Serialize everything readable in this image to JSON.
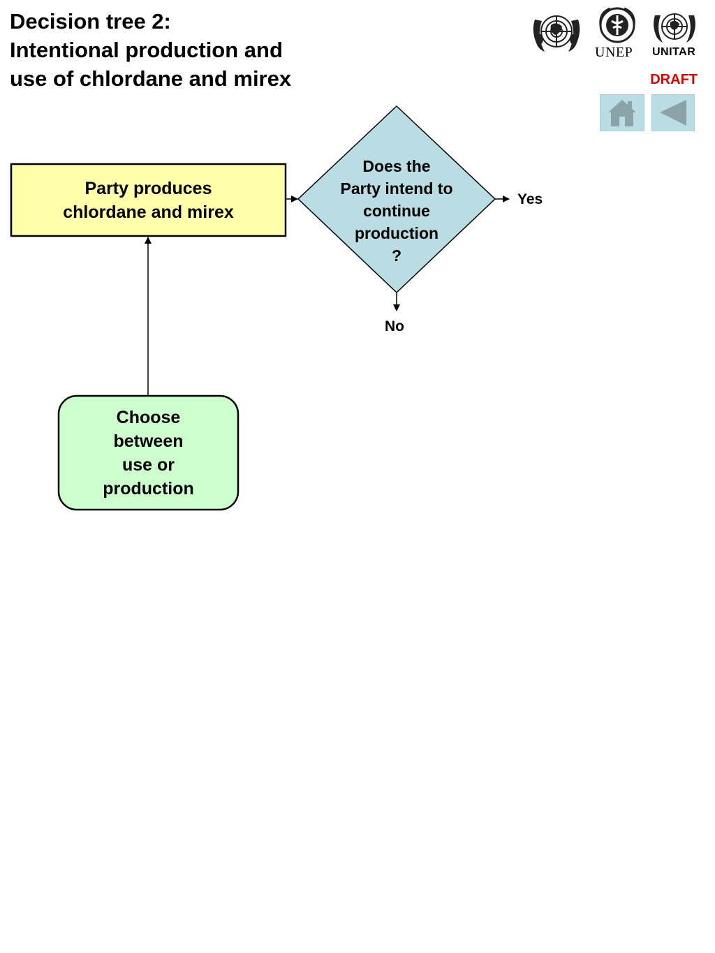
{
  "title": {
    "line1": "Decision tree 2:",
    "line2": "Intentional production and",
    "line3": "use of chlordane and mirex"
  },
  "logos": {
    "un": "UN emblem",
    "unep": "UNEP",
    "unitar": "UNITAR"
  },
  "status": "DRAFT",
  "nav": {
    "home_icon": "home-icon",
    "back_icon": "back-triangle-icon"
  },
  "nodes": {
    "start": {
      "line1": "Party produces",
      "line2": "chlordane and mirex",
      "fill": "#ffffaa"
    },
    "decision": {
      "line1": "Does the",
      "line2": "Party intend to",
      "line3": "continue",
      "line4": "production",
      "line5": "?",
      "fill": "#b9dde3"
    },
    "choose": {
      "line1": "Choose",
      "line2": "between",
      "line3": "use or",
      "line4": "production",
      "fill": "#ccffcc"
    }
  },
  "edges": {
    "yes": "Yes",
    "no": "No"
  }
}
